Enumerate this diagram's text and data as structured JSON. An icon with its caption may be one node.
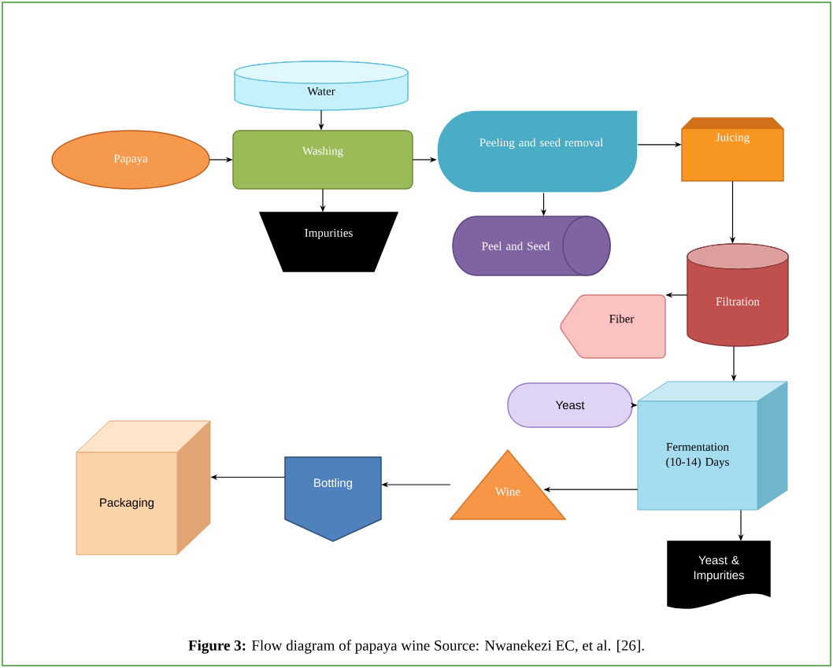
{
  "diagram": {
    "caption": "**Figure 3:** Flow diagram of papaya wine Source: Nwanekezi EC, et al. [26].",
    "nodes": [
      {
        "text": [
          "Water"
        ]
      },
      {
        "text": [
          "Papaya"
        ]
      },
      {
        "text": [
          "Washing"
        ]
      },
      {
        "text": [
          "Peeling and seed removal"
        ]
      },
      {
        "text": [
          "Juicing"
        ]
      },
      {
        "text": [
          "Impurities"
        ]
      },
      {
        "text": [
          "Peel and Seed"
        ]
      },
      {
        "text": [
          "Filtration"
        ]
      },
      {
        "text": [
          "Fiber"
        ]
      },
      {
        "text": [
          "Yeast"
        ]
      },
      {
        "text": [
          "Fermentation (10-14) Days"
        ]
      },
      {
        "text": [
          "Yeast & Impurities"
        ]
      },
      {
        "text": [
          "Wine"
        ]
      },
      {
        "text": [
          "Bottling"
        ]
      },
      {
        "text": [
          "Packaging"
        ]
      }
    ],
    "edges": [
      {
        "from": 0,
        "to": 2,
        "arrow": "to"
      },
      {
        "from": 1,
        "to": 2,
        "arrow": "to"
      },
      {
        "from": 2,
        "to": 3,
        "arrow": "to"
      },
      {
        "from": 2,
        "to": 5,
        "arrow": "to"
      },
      {
        "from": 3,
        "to": 4,
        "arrow": "to"
      },
      {
        "from": 3,
        "to": 6,
        "arrow": "to"
      },
      {
        "from": 4,
        "to": 7,
        "arrow": "to"
      },
      {
        "from": 7,
        "to": 8,
        "arrow": "to"
      },
      {
        "from": 7,
        "to": 10,
        "arrow": "to"
      },
      {
        "from": 9,
        "to": 10,
        "arrow": "to"
      },
      {
        "from": 10,
        "to": 11,
        "arrow": "to"
      },
      {
        "from": 10,
        "to": 12,
        "arrow": "to"
      },
      {
        "from": 12,
        "to": 13,
        "arrow": "to"
      },
      {
        "from": 13,
        "to": 14,
        "arrow": "to"
      }
    ]
  }
}
